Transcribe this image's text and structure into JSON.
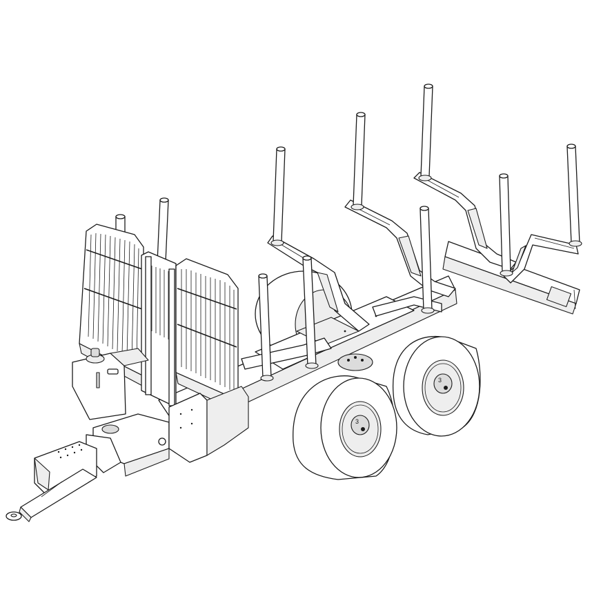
{
  "figure": {
    "type": "isometric technical line drawing",
    "subject": "forestry log trailer",
    "background": "#ffffff",
    "line_color": "#1a1a1a",
    "fill_light": "#ffffff",
    "fill_shade": "#eeeeee",
    "fill_dark": "#dcdcdc"
  },
  "components": {
    "front_headboard": {
      "panels": 3,
      "grille": "vertical bars with two horizontal rails"
    },
    "drawbar": {
      "parts": [
        "towing eye",
        "tapered drawbar",
        "hitch housing",
        "rotating coupling"
      ]
    },
    "hydraulic_tank": {
      "position": "front left, beside headboard"
    },
    "bunks": {
      "count": 4,
      "stakes_per_bunk": 2,
      "stake_count": 9
    },
    "frame": {
      "type": "central beam with rear extension"
    },
    "wheels": {
      "count_visible": 2,
      "configuration": "tandem bogie",
      "hub_marking": "3"
    }
  }
}
